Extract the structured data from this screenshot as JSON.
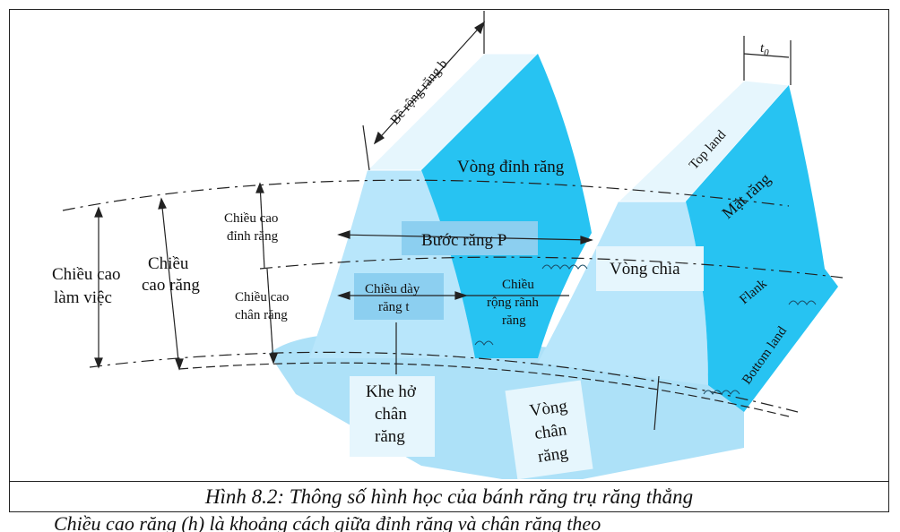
{
  "figure": {
    "caption": "Hình 8.2: Thông số hình học của bánh răng trụ răng thẳng",
    "cutoff_text": "Chiều cao răng (h) là khoảng cách giữa đỉnh răng và chân răng theo"
  },
  "labels": {
    "face_width": "Bề rộng răng b",
    "addendum_circle": "Vòng đỉnh răng",
    "top_land": "Top land",
    "tooth_face": "Mặt răng",
    "circular_pitch": "Bước răng P",
    "pitch_circle": "Vòng  chia",
    "flank": "Flank",
    "bottom_land": "Bottom land",
    "working_depth": [
      "Chiều cao",
      "làm việc"
    ],
    "tooth_height": [
      "Chiều",
      "cao răng"
    ],
    "addendum": [
      "Chiều cao",
      "đỉnh răng"
    ],
    "dedendum": [
      "Chiều cao",
      "chân răng"
    ],
    "tooth_thickness": [
      "Chiều dày",
      "răng t"
    ],
    "space_width": [
      "Chiều",
      "rộng rãnh",
      "răng"
    ],
    "clearance": [
      "Khe hở",
      "chân",
      "răng"
    ],
    "root_circle": [
      "Vòng",
      "chân",
      "răng"
    ],
    "backlash": "t",
    "backlash_sub": "0"
  },
  "colors": {
    "tooth_face_dark": "#27c3f2",
    "tooth_light": "#b8e6fb",
    "tooth_top": "#e6f6fd",
    "base_fill": "#9fdcf7",
    "label_box": "#8ccff0",
    "line": "#222222"
  }
}
